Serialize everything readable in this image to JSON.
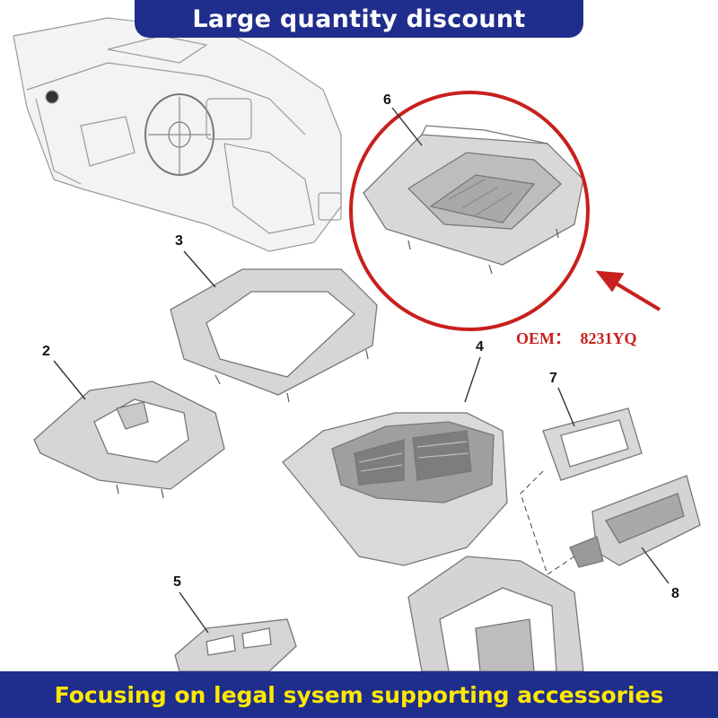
{
  "banner_top": {
    "text": "Large quantity discount"
  },
  "banner_bottom": {
    "text": "Focusing on legal sysem supporting accessories"
  },
  "callouts": [
    "2",
    "3",
    "4",
    "5",
    "6",
    "7",
    "8"
  ],
  "oem": {
    "label": "OEM：",
    "code": "8231YQ"
  },
  "colors": {
    "banner_bg": "#1f2d8c",
    "banner_text_top": "#ffffff",
    "banner_text_bottom": "#ffe800",
    "highlight": "#c8201e"
  }
}
